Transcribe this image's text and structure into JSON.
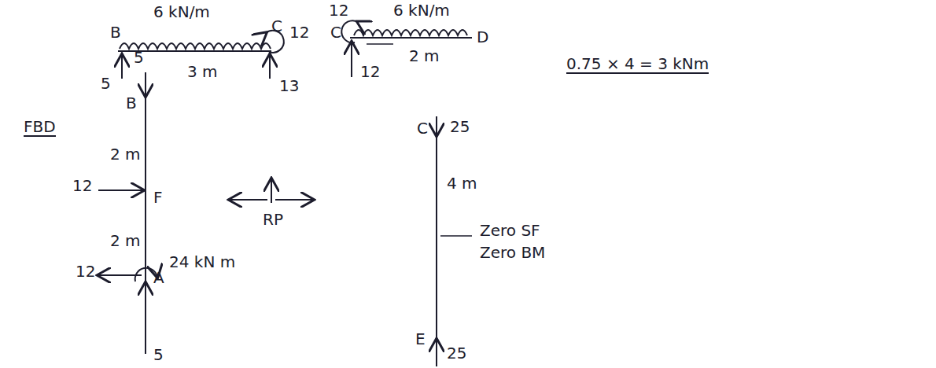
{
  "diagram": {
    "labels": [
      "FBD",
      "B",
      "6 kN/m",
      "C",
      "12",
      "3 m",
      "5",
      "13",
      "12",
      "6 kN/m",
      "C",
      "D",
      "2 m",
      "12",
      "5",
      "B",
      "2 m",
      "12",
      "F",
      "2 m",
      "12",
      "A",
      "24 kN m",
      "5",
      "RP",
      "C",
      "25",
      "4 m",
      "Zero SF",
      "Zero BM",
      "E",
      "25",
      "0.75 × 4 = 3 kNm"
    ]
  }
}
